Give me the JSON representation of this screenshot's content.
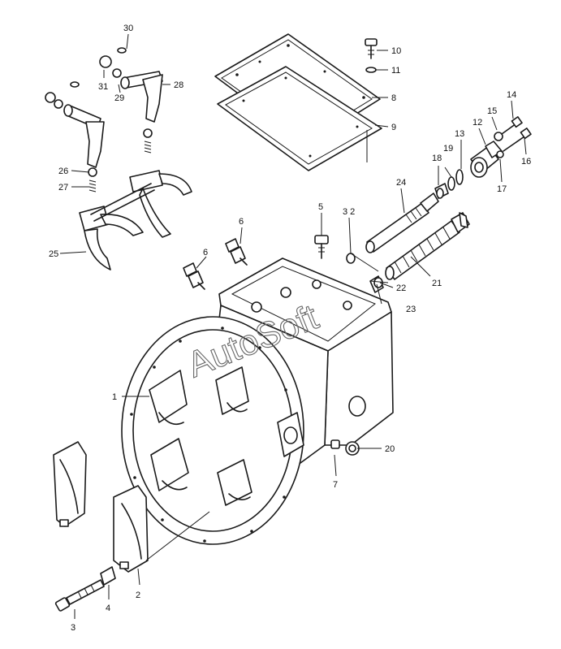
{
  "watermark": "AutoSoft",
  "callouts": [
    {
      "id": "p1",
      "text": "1"
    },
    {
      "id": "p2",
      "text": "2"
    },
    {
      "id": "p3",
      "text": "3"
    },
    {
      "id": "p4",
      "text": "4"
    },
    {
      "id": "p5",
      "text": "5"
    },
    {
      "id": "p6a",
      "text": "6"
    },
    {
      "id": "p6b",
      "text": "6"
    },
    {
      "id": "p7",
      "text": "7"
    },
    {
      "id": "p8",
      "text": "8"
    },
    {
      "id": "p9",
      "text": "9"
    },
    {
      "id": "p10",
      "text": "10"
    },
    {
      "id": "p11",
      "text": "11"
    },
    {
      "id": "p12",
      "text": "12"
    },
    {
      "id": "p13",
      "text": "13"
    },
    {
      "id": "p14",
      "text": "14"
    },
    {
      "id": "p15",
      "text": "15"
    },
    {
      "id": "p16",
      "text": "16"
    },
    {
      "id": "p17",
      "text": "17"
    },
    {
      "id": "p18",
      "text": "18"
    },
    {
      "id": "p19",
      "text": "19"
    },
    {
      "id": "p20",
      "text": "20"
    },
    {
      "id": "p21",
      "text": "21"
    },
    {
      "id": "p22",
      "text": "22"
    },
    {
      "id": "p23",
      "text": "23"
    },
    {
      "id": "p24",
      "text": "24"
    },
    {
      "id": "p25",
      "text": "25"
    },
    {
      "id": "p26",
      "text": "26"
    },
    {
      "id": "p27",
      "text": "27"
    },
    {
      "id": "p28",
      "text": "28"
    },
    {
      "id": "p29",
      "text": "29"
    },
    {
      "id": "p30",
      "text": "30"
    },
    {
      "id": "p31",
      "text": "31"
    },
    {
      "id": "p32",
      "text": "3 2"
    }
  ]
}
